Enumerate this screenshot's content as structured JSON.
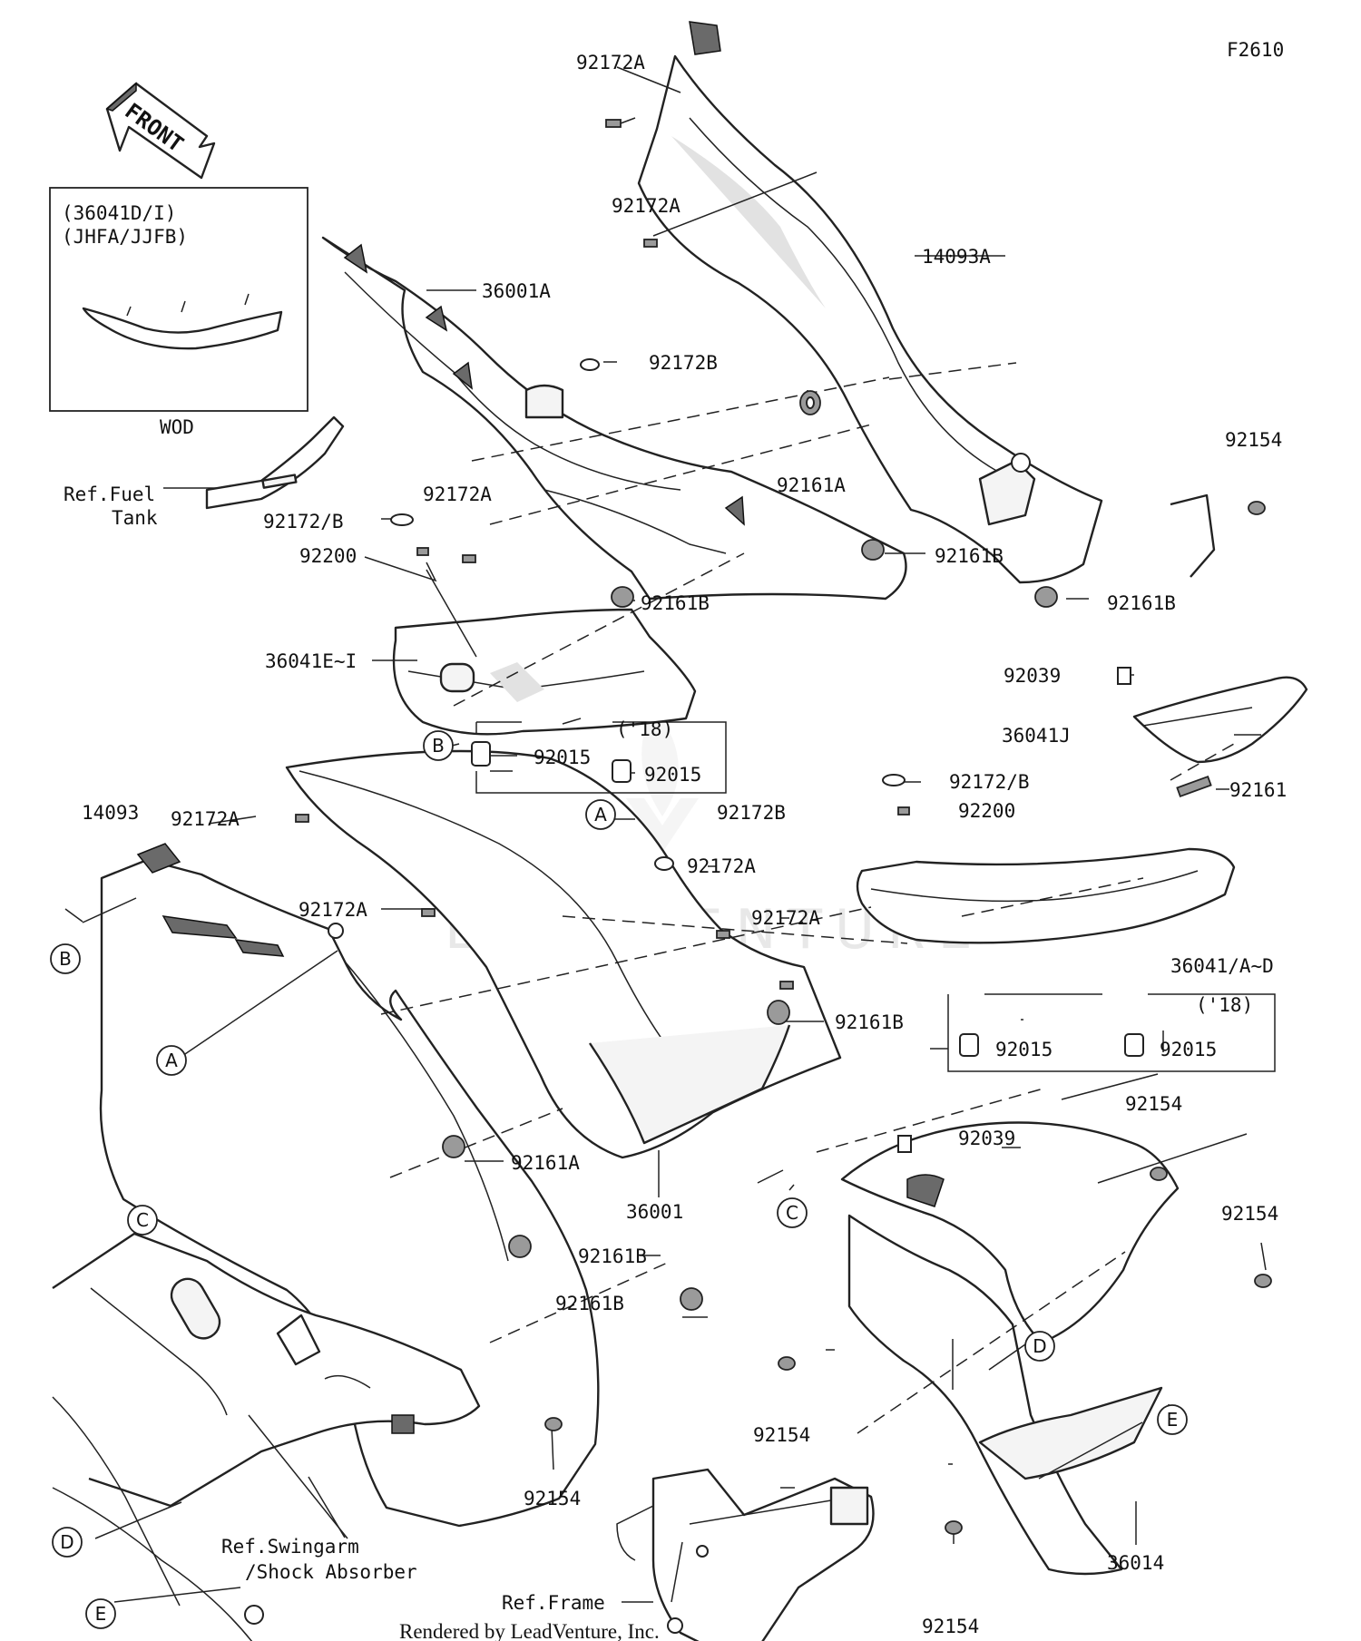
{
  "figure_code": "F2610",
  "front_arrow_text": "FRONT",
  "watermark": "LEADVENTURE",
  "inset": {
    "line1": "(36041D/I)",
    "line2": "(JHFA/JJFB)",
    "caption": "WOD"
  },
  "refs": {
    "fuel_tank_1": "Ref.Fuel",
    "fuel_tank_2": "Tank",
    "swingarm_1": "Ref.Swingarm",
    "swingarm_2": "/Shock Absorber",
    "frame": "Ref.Frame"
  },
  "year_note": "('18)",
  "parts": {
    "p92172A": "92172A",
    "p92172B": "92172B",
    "p92172slashB": "92172/B",
    "p14093A": "14093A",
    "p14093": "14093",
    "p36001A": "36001A",
    "p36001": "36001",
    "p92161A": "92161A",
    "p92161B": "92161B",
    "p92161": "92161",
    "p92154": "92154",
    "p92200": "92200",
    "p36041EI": "36041E~I",
    "p92015": "92015",
    "p92039": "92039",
    "p36041J": "36041J",
    "p36041AD": "36041/A~D",
    "p36014": "36014"
  },
  "callouts": [
    "A",
    "B",
    "C",
    "D",
    "E"
  ],
  "footer": "Rendered by LeadVenture, Inc."
}
